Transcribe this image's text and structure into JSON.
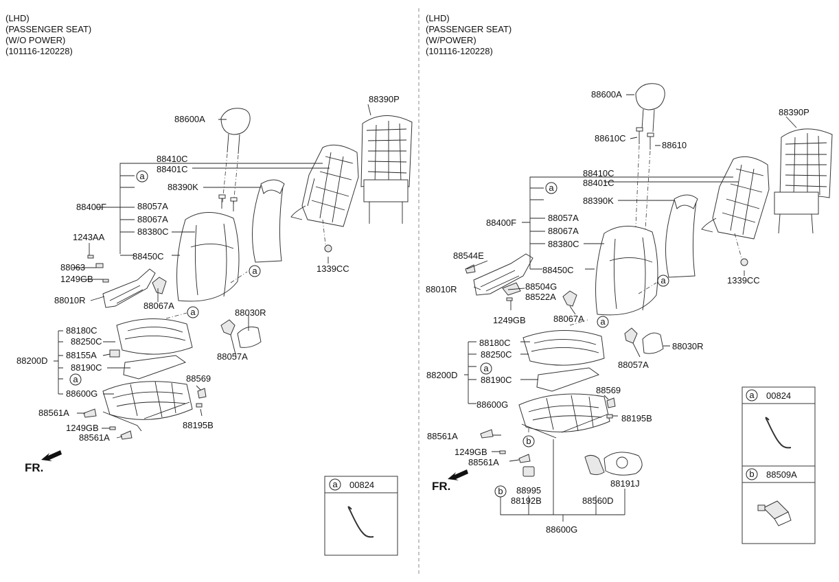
{
  "left": {
    "header": [
      "(LHD)",
      "(PASSENGER SEAT)",
      "(W/O POWER)",
      "(101116-120228)"
    ],
    "parts": {
      "p88600A": "88600A",
      "p88390P": "88390P",
      "p88410C": "88410C",
      "p88401C": "88401C",
      "p88390K": "88390K",
      "p88400F": "88400F",
      "p88057A_1": "88057A",
      "p88067A_1": "88067A",
      "p88380C": "88380C",
      "p1243AA": "1243AA",
      "p88450C": "88450C",
      "p1339CC": "1339CC",
      "p88063": "88063",
      "p1249GB_1": "1249GB",
      "p88010R": "88010R",
      "p88067A_2": "88067A",
      "p88030R": "88030R",
      "p88180C": "88180C",
      "p88250C": "88250C",
      "p88057A_2": "88057A",
      "p88155A": "88155A",
      "p88200D": "88200D",
      "p88190C": "88190C",
      "p88600G": "88600G",
      "p88569": "88569",
      "p88561A_1": "88561A",
      "p88195B": "88195B",
      "p1249GB_2": "1249GB",
      "p88561A_2": "88561A"
    },
    "fr": "FR.",
    "box": {
      "letter": "a",
      "code": "00824"
    }
  },
  "right": {
    "header": [
      "(LHD)",
      "(PASSENGER SEAT)",
      "(W/POWER)",
      "(101116-120228)"
    ],
    "parts": {
      "p88600A": "88600A",
      "p88390P": "88390P",
      "p88610C": "88610C",
      "p88610": "88610",
      "p88410C": "88410C",
      "p88401C": "88401C",
      "p88390K": "88390K",
      "p88400F": "88400F",
      "p88057A_1": "88057A",
      "p88067A_1": "88067A",
      "p88380C": "88380C",
      "p88544E": "88544E",
      "p88450C": "88450C",
      "p1339CC": "1339CC",
      "p88010R": "88010R",
      "p88504G": "88504G",
      "p88522A": "88522A",
      "p1249GB_1": "1249GB",
      "p88067A_2": "88067A",
      "p88180C": "88180C",
      "p88030R": "88030R",
      "p88250C": "88250C",
      "p88057A_2": "88057A",
      "p88200D": "88200D",
      "p88190C": "88190C",
      "p88569": "88569",
      "p88600G_1": "88600G",
      "p88195B": "88195B",
      "p88561A_1": "88561A",
      "p1249GB_2": "1249GB",
      "p88561A_2": "88561A",
      "p88995": "88995",
      "p88192B": "88192B",
      "p88560D": "88560D",
      "p88191J": "88191J",
      "p88600G_2": "88600G"
    },
    "fr": "FR.",
    "box_a": {
      "letter": "a",
      "code": "00824"
    },
    "box_b": {
      "letter": "b",
      "code": "88509A"
    }
  },
  "callouts": {
    "a": "a",
    "b": "b"
  }
}
